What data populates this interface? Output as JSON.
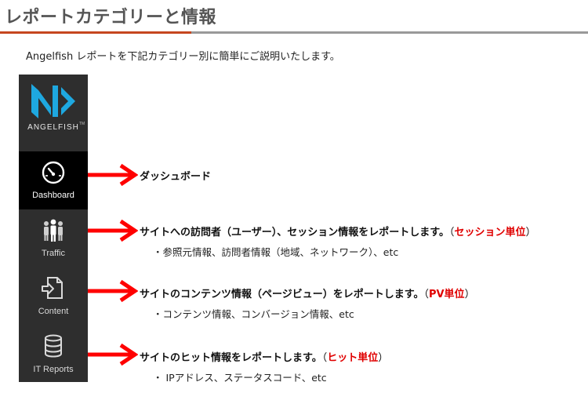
{
  "page": {
    "title": "レポートカテゴリーと情報",
    "intro": "Angelfish レポートを下記カテゴリー別に簡単にご説明いたします。"
  },
  "sidebar": {
    "logo_text": "ANGELFISH",
    "logo_tm": "TM",
    "items": [
      {
        "label": "Dashboard",
        "icon": "speedometer-icon",
        "active": true
      },
      {
        "label": "Traffic",
        "icon": "people-icon",
        "active": false
      },
      {
        "label": "Content",
        "icon": "document-arrow-icon",
        "active": false
      },
      {
        "label": "IT Reports",
        "icon": "database-icon",
        "active": false
      }
    ]
  },
  "categories": [
    {
      "main": "ダッシュボード",
      "unit_open": "",
      "unit": "",
      "unit_close": "",
      "detail": ""
    },
    {
      "main": "サイトへの訪問者（ユーザー）、セッション情報をレポートします。",
      "unit_open": "（",
      "unit": "セッション単位",
      "unit_close": "）",
      "detail": "・参照元情報、訪問者情報（地域、ネットワーク）、etc"
    },
    {
      "main": "サイトのコンテンツ情報（ページビュー）をレポートします。",
      "unit_open": "（",
      "unit": "PV単位",
      "unit_close": "）",
      "detail": "・コンテンツ情報、コンバージョン情報、etc"
    },
    {
      "main": "サイトのヒット情報をレポートします。",
      "unit_open": "（",
      "unit": "ヒット単位",
      "unit_close": "）",
      "detail": "・ IPアドレス、ステータスコード、etc"
    }
  ],
  "colors": {
    "accent_rule": "#c6461f",
    "unit_red": "#e00000",
    "arrow_red": "#ff0000",
    "logo_cyan": "#1ea8e0",
    "sidebar_bg": "#2e2e2e"
  }
}
